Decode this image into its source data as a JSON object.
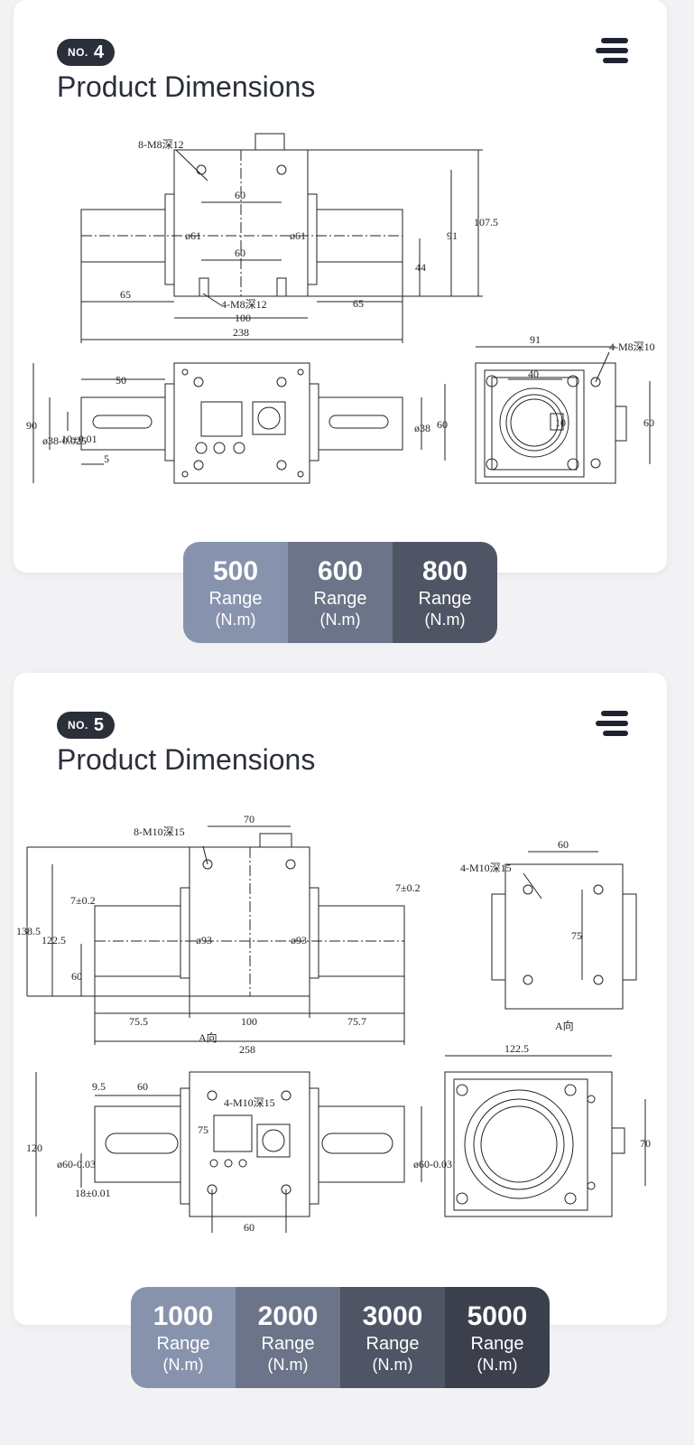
{
  "sections": [
    {
      "badge_no": "NO.",
      "badge_num": "4",
      "title": "Product Dimensions",
      "labels": {
        "l_8m8": "8-M8深12",
        "l_60a": "60",
        "l_60b": "60",
        "l_d61a": "ø61",
        "l_d61b": "ø61",
        "l_4m8": "4-M8深12",
        "l_65a": "65",
        "l_65b": "65",
        "l_100": "100",
        "l_238": "238",
        "l_91": "91",
        "l_1075": "107.5",
        "l_44": "44",
        "l_50": "50",
        "l_90": "90",
        "l_d38tol": "ø38-0.025",
        "l_10tol": "10±0.01",
        "l_5": "5",
        "l_d38": "ø38",
        "l_60c": "60",
        "l_91b": "91",
        "l_40": "40",
        "l_4m8b": "4-M8深10",
        "l_10": "10",
        "l_60d": "60"
      },
      "ranges": [
        {
          "value": "500",
          "label": "Range",
          "unit": "(N.m)",
          "color": "#8793ad"
        },
        {
          "value": "600",
          "label": "Range",
          "unit": "(N.m)",
          "color": "#6b7488"
        },
        {
          "value": "800",
          "label": "Range",
          "unit": "(N.m)",
          "color": "#4f5564"
        }
      ]
    },
    {
      "badge_no": "NO.",
      "badge_num": "5",
      "title": "Product Dimensions",
      "labels": {
        "l_8m10": "8-M10深15",
        "l_70": "70",
        "l_1385": "138.5",
        "l_1225": "122.5",
        "l_60a": "60",
        "l_70tol": "7±0.2",
        "l_d93a": "ø93",
        "l_d93b": "ø93",
        "l_70tolb": "7±0.2",
        "l_755": "75.5",
        "l_100": "100",
        "l_757": "75.7",
        "l_aview": "A向",
        "l_258": "258",
        "l_4m10": "4-M10深15",
        "l_60b": "60",
        "l_75": "75",
        "l_aview2": "A向",
        "l_95": "9.5",
        "l_60c": "60",
        "l_120": "120",
        "l_d60tol": "ø60-0.03",
        "l_18tol": "18±0.01",
        "l_4m10b": "4-M10深15",
        "l_75b": "75",
        "l_d60tolb": "ø60-0.03",
        "l_60d": "60",
        "l_1225b": "122.5",
        "l_70b": "70"
      },
      "ranges": [
        {
          "value": "1000",
          "label": "Range",
          "unit": "(N.m)",
          "color": "#8793ad"
        },
        {
          "value": "2000",
          "label": "Range",
          "unit": "(N.m)",
          "color": "#6b7488"
        },
        {
          "value": "3000",
          "label": "Range",
          "unit": "(N.m)",
          "color": "#4f5564"
        },
        {
          "value": "5000",
          "label": "Range",
          "unit": "(N.m)",
          "color": "#3b404c"
        }
      ]
    }
  ]
}
